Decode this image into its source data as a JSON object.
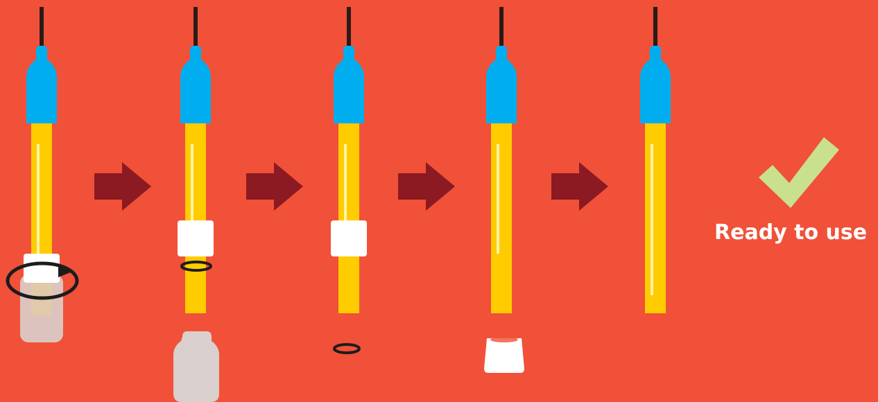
{
  "diagram": {
    "steps": [
      {
        "id": 1,
        "state": "storage bottle on, twisting cap"
      },
      {
        "id": 2,
        "state": "bottle removed, o-ring around cap"
      },
      {
        "id": 3,
        "state": "cap loosened, o-ring removed"
      },
      {
        "id": 4,
        "state": "cap removed"
      },
      {
        "id": 5,
        "state": "probe bare"
      }
    ],
    "ready_label": "Ready to use"
  },
  "colors": {
    "background": "#f05138",
    "cable": "#2b1b17",
    "probe_head": "#00aeef",
    "probe_body": "#ffcc00",
    "probe_highlight": "#fff3a8",
    "arrow": "#8b1a22",
    "cap": "#ffffff",
    "bottle": "#d9cfcc",
    "checkmark": "#c9e08f",
    "ring": "#1c1c1c"
  }
}
